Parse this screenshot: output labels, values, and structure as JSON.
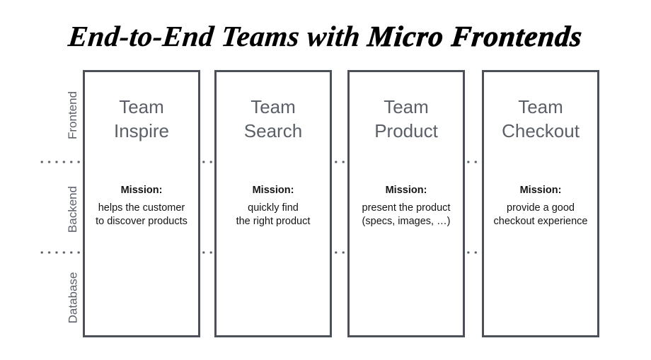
{
  "title": {
    "normal_part": "End-to-End Teams with ",
    "emphasis_part": "Micro Frontends",
    "full": "End-to-End Teams with Micro Frontends"
  },
  "layers": [
    {
      "id": "frontend",
      "label": "Frontend"
    },
    {
      "id": "backend",
      "label": "Backend"
    },
    {
      "id": "database",
      "label": "Database"
    }
  ],
  "teams": [
    {
      "name_line1": "Team",
      "name_line2": "Inspire",
      "mission_heading": "Mission:",
      "mission_line1": "helps the customer",
      "mission_line2": "to discover products"
    },
    {
      "name_line1": "Team",
      "name_line2": "Search",
      "mission_heading": "Mission:",
      "mission_line1": "quickly find",
      "mission_line2": "the right product"
    },
    {
      "name_line1": "Team",
      "name_line2": "Product",
      "mission_heading": "Mission:",
      "mission_line1": "present the product",
      "mission_line2": "(specs, images, …)"
    },
    {
      "name_line1": "Team",
      "name_line2": "Checkout",
      "mission_heading": "Mission:",
      "mission_line1": "provide a good",
      "mission_line2": "checkout experience"
    }
  ],
  "colors": {
    "card_border": "#4b5059",
    "team_name_text": "#5b6068",
    "layer_label_text": "#5b6068",
    "divider_dots": "#5b6068",
    "mission_text": "#141414",
    "title_text": "#000000",
    "background": "#ffffff"
  }
}
